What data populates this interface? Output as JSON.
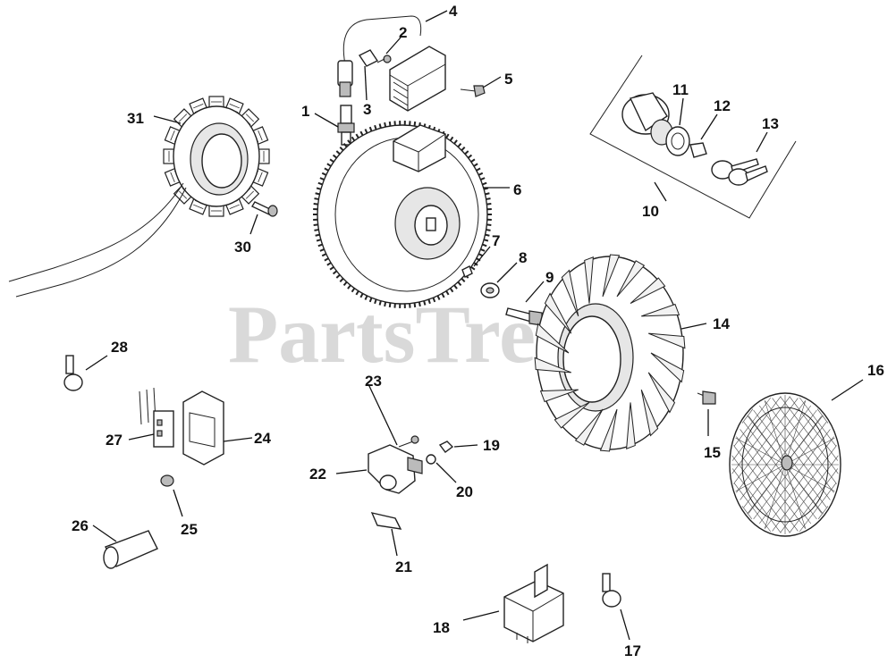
{
  "watermark": "PartsTree",
  "callouts": {
    "c1": "1",
    "c2": "2",
    "c3": "3",
    "c4": "4",
    "c5": "5",
    "c6": "6",
    "c7": "7",
    "c8": "8",
    "c9": "9",
    "c10": "10",
    "c11": "11",
    "c12": "12",
    "c13": "13",
    "c14": "14",
    "c15": "15",
    "c16": "16",
    "c17": "17",
    "c18": "18",
    "c19": "19",
    "c20": "20",
    "c21": "21",
    "c22": "22",
    "c23": "23",
    "c24": "24",
    "c25": "25",
    "c26": "26",
    "c27": "27",
    "c28": "28",
    "c30": "30",
    "c31": "31"
  }
}
